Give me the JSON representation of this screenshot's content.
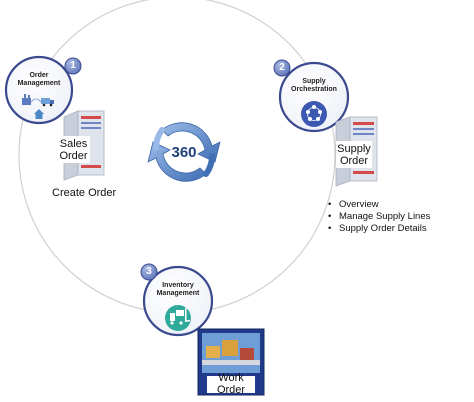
{
  "center": {
    "label": "360"
  },
  "nodes": [
    {
      "step": "1",
      "title_lines": [
        "Order",
        "Management"
      ]
    },
    {
      "step": "2",
      "title_lines": [
        "Supply",
        "Orchestration"
      ]
    },
    {
      "step": "3",
      "title_lines": [
        "Inventory",
        "Management"
      ]
    }
  ],
  "documents": {
    "sales_order": [
      "Sales",
      "Order"
    ],
    "supply_order": [
      "Supply",
      "Order"
    ],
    "work_order": [
      "Work",
      "Order"
    ]
  },
  "captions": {
    "create_order": "Create Order"
  },
  "supply_tasks": [
    "Overview",
    "Manage Supply Lines",
    "Supply Order Details"
  ],
  "colors": {
    "ring": "#d0d0d0",
    "step_badge": "#6f86c4",
    "node_border": "#3b4a8f",
    "arrows": "#5f86c6",
    "orchestration_icon": "#3b59b0",
    "inventory_icon": "#2faa9a"
  },
  "icons": {
    "order_management": "factory-truck-house-icon",
    "supply_orchestration": "circular-nodes-icon",
    "inventory_management": "forklift-icon",
    "documents": "order-document-icon",
    "center": "cycle-arrows-icon"
  }
}
